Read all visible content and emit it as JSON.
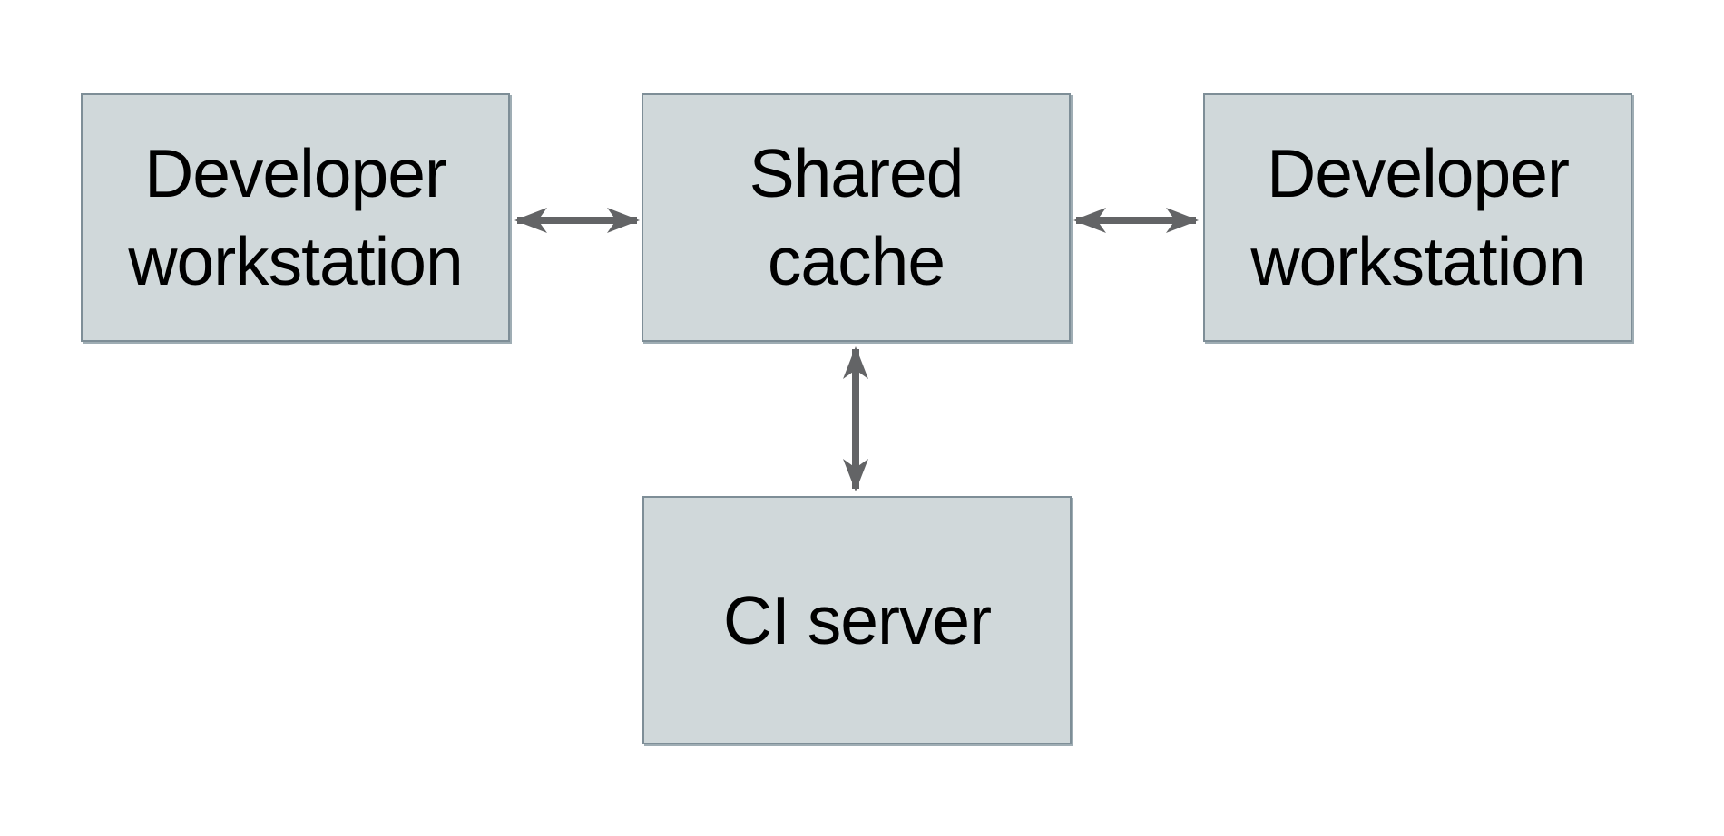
{
  "diagram": {
    "nodes": [
      {
        "id": "developer-workstation-left",
        "lines": [
          "Developer",
          "workstation"
        ]
      },
      {
        "id": "shared-cache",
        "lines": [
          "Shared",
          "cache"
        ]
      },
      {
        "id": "developer-workstation-right",
        "lines": [
          "Developer",
          "workstation"
        ]
      },
      {
        "id": "ci-server",
        "lines": [
          "CI server"
        ]
      }
    ],
    "edges": [
      {
        "from": "developer-workstation-left",
        "to": "shared-cache",
        "type": "bidirectional-arrow"
      },
      {
        "from": "shared-cache",
        "to": "developer-workstation-right",
        "type": "bidirectional-arrow"
      },
      {
        "from": "shared-cache",
        "to": "ci-server",
        "type": "bidirectional-arrow"
      }
    ],
    "colors": {
      "node_fill": "#d0d8da",
      "node_border": "#7e8e97",
      "arrow": "#636466",
      "text": "#000000",
      "background": "#ffffff"
    }
  }
}
